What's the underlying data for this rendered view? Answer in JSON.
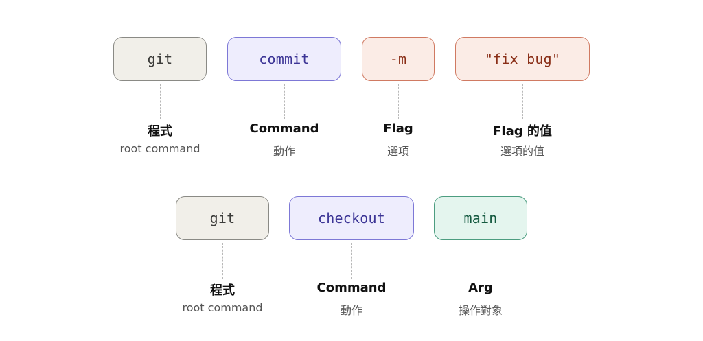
{
  "rows": [
    {
      "parts": [
        {
          "token": "git",
          "title": "程式",
          "subtitle": "root command",
          "style": "neutral"
        },
        {
          "token": "commit",
          "title": "Command",
          "subtitle": "動作",
          "style": "command"
        },
        {
          "token": "-m",
          "title": "Flag",
          "subtitle": "選項",
          "style": "flag"
        },
        {
          "token": "\"fix bug\"",
          "title": "Flag 的值",
          "subtitle": "選項的值",
          "style": "flag"
        }
      ]
    },
    {
      "parts": [
        {
          "token": "git",
          "title": "程式",
          "subtitle": "root command",
          "style": "neutral"
        },
        {
          "token": "checkout",
          "title": "Command",
          "subtitle": "動作",
          "style": "command"
        },
        {
          "token": "main",
          "title": "Arg",
          "subtitle": "操作對象",
          "style": "arg"
        }
      ]
    }
  ],
  "colors": {
    "neutral_bg": "#f1efe9",
    "neutral_border": "#8a8a85",
    "command_bg": "#eeedfd",
    "command_border": "#7d78d6",
    "flag_bg": "#fbece6",
    "flag_border": "#d07a62",
    "arg_bg": "#e4f5ee",
    "arg_border": "#4c9d80"
  }
}
